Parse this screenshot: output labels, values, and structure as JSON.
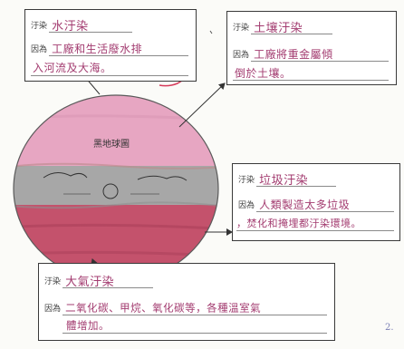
{
  "globe": {
    "label": "黑地球圖"
  },
  "labels": {
    "pollution": "汙染",
    "cause": "因為"
  },
  "cards": {
    "water": {
      "type": "水汙染",
      "cause_line1": "工廠和生活廢水排",
      "cause_line2": "入河流及大海。"
    },
    "soil": {
      "type": "土壤汙染",
      "cause_line1": "工廠將重金屬傾",
      "cause_line2": "倒於土壤。"
    },
    "garbage": {
      "type": "垃圾汙染",
      "cause_line1": "人類製造太多垃圾",
      "cause_line2": "，焚化和掩埋都汙染環境。"
    },
    "air": {
      "type": "大氣汙染",
      "cause_line1": "二氧化碳、甲烷、氧化碳等，各種溫室氣",
      "cause_line2": "體增加。"
    }
  },
  "margin": {
    "note": "2."
  },
  "colors": {
    "ink": "#a33c70",
    "globe_top": "#e7a6c2",
    "globe_middle": "#a7a7a7",
    "globe_bottom": "#c4526c",
    "checkmark": "#d63a5a"
  }
}
